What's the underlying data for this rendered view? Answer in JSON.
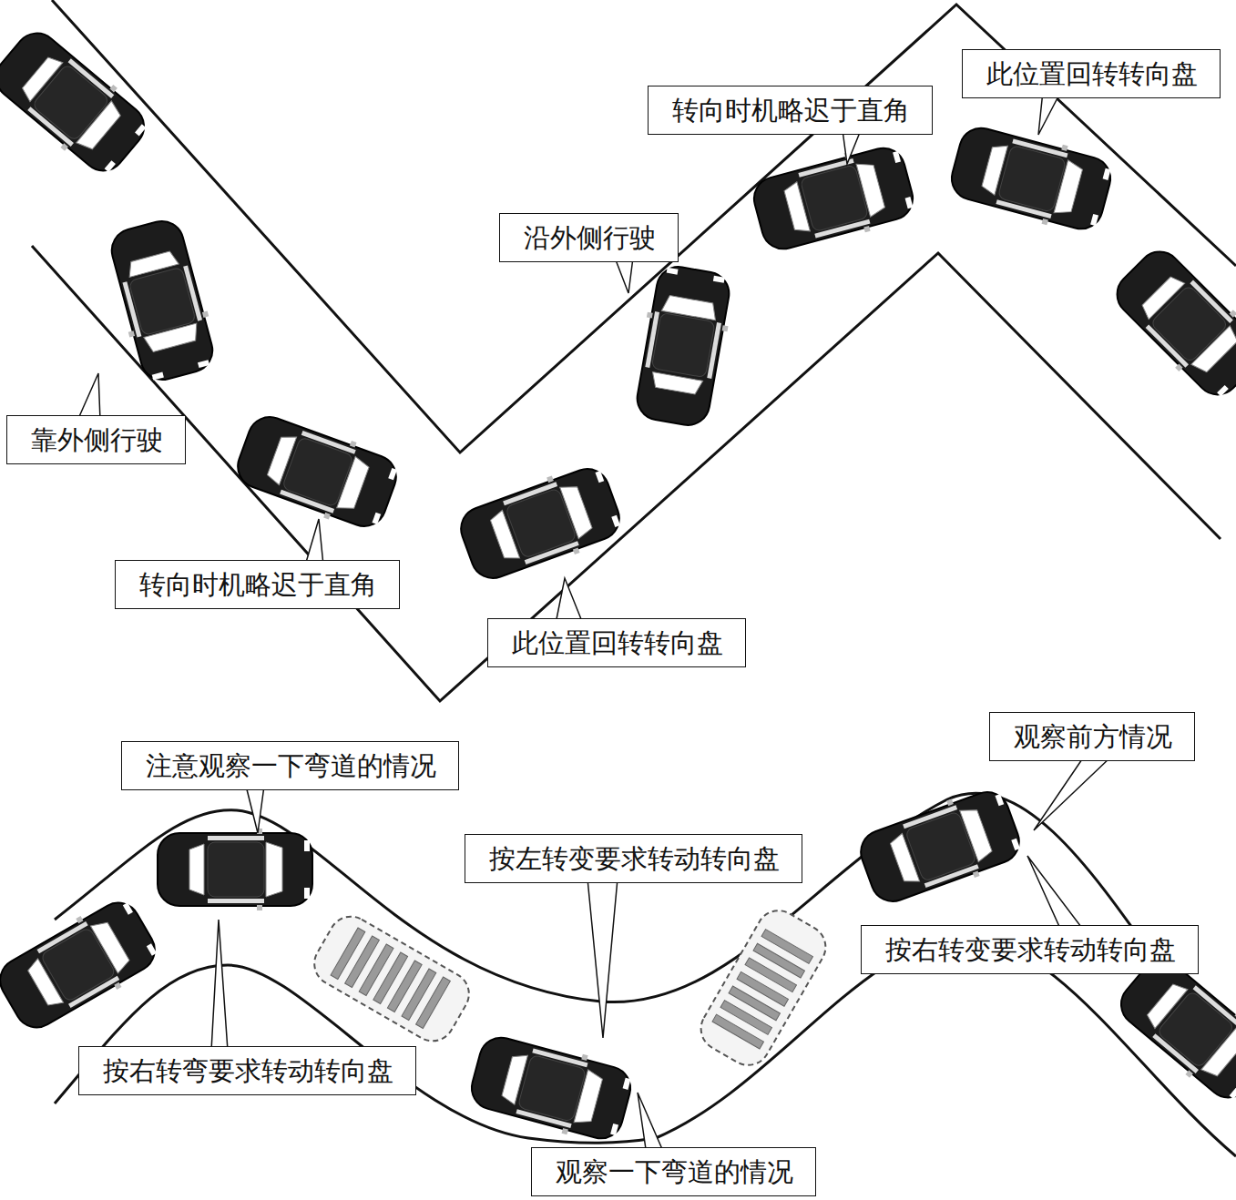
{
  "diagram": {
    "nodes": [
      {
        "text": [
          "此位置回转转向盘"
        ]
      },
      {
        "text": [
          "转向时机略迟于直角"
        ]
      },
      {
        "text": [
          "沿外侧行驶"
        ]
      },
      {
        "text": [
          "靠外侧行驶"
        ]
      },
      {
        "text": [
          "转向时机略迟于直角"
        ]
      },
      {
        "text": [
          "此位置回转转向盘"
        ]
      },
      {
        "text": [
          "观察前方情况"
        ]
      },
      {
        "text": [
          "注意观察一下弯道的情况"
        ]
      },
      {
        "text": [
          "按左转变要求转动转向盘"
        ]
      },
      {
        "text": [
          "按右转变要求转动转向盘"
        ]
      },
      {
        "text": [
          "按右转弯要求转动转向盘"
        ]
      },
      {
        "text": [
          "观察一下弯道的情况"
        ]
      }
    ]
  }
}
